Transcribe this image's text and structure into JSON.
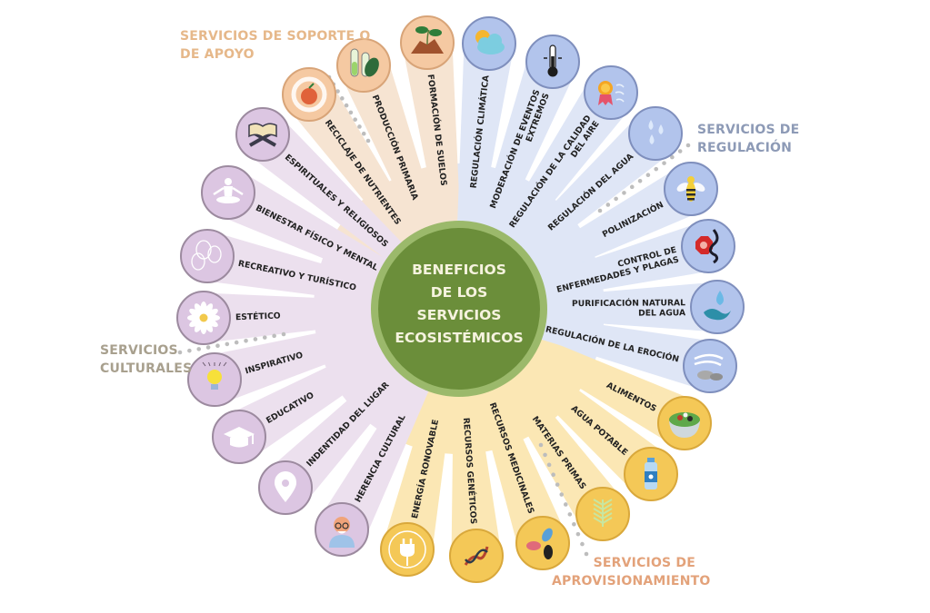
{
  "title": {
    "lines": [
      "BENEFICIOS",
      "DE LOS",
      "SERVICIOS",
      "ECOSISTÉMICOS"
    ]
  },
  "colors": {
    "center_fill": "#6b8e3a",
    "center_ring": "#9bb96b",
    "soporte_wedge": "#f6e4d2",
    "soporte_icon": "#f5c9a2",
    "soporte_border": "#d8a478",
    "soporte_title": "#e6b88a",
    "regulacion_wedge": "#dfe6f6",
    "regulacion_icon": "#b2c4ec",
    "regulacion_border": "#7f8fbd",
    "regulacion_title": "#8d9ab6",
    "aprov_wedge": "#fbe7b4",
    "aprov_icon": "#f4c857",
    "aprov_border": "#d9a83b",
    "aprov_title": "#e3a27a",
    "cultural_wedge": "#ece0ee",
    "cultural_icon": "#dcc6e2",
    "cultural_border": "#9c8a9f",
    "cultural_title": "#a8a08e"
  },
  "groups": {
    "soporte": {
      "title_lines": [
        "SERVICIOS DE SOPORTE O",
        "DE APOYO"
      ]
    },
    "regulacion": {
      "title_lines": [
        "SERVICIOS DE",
        "REGULACIÓN"
      ]
    },
    "aprovisionamiento": {
      "title_lines": [
        "SERVICIOS DE",
        "APROVISIONAMIENTO"
      ]
    },
    "culturales": {
      "title_lines": [
        "SERVICIOS",
        "CULTURALES"
      ]
    }
  },
  "services": [
    {
      "group": "soporte",
      "icon": "soil-sprout-icon",
      "lines": [
        "FORMACIÓN DE SUELOS"
      ]
    },
    {
      "group": "soporte",
      "icon": "test-tube-leaf-icon",
      "lines": [
        "PRODUCCIÓN PRIMARIA"
      ]
    },
    {
      "group": "soporte",
      "icon": "recycle-apple-icon",
      "lines": [
        "RECICLAJE DE NUTRIENTES"
      ]
    },
    {
      "group": "culturales",
      "icon": "open-book-icon",
      "lines": [
        "ESPIRITUALES Y RELIGIOSOS"
      ]
    },
    {
      "group": "culturales",
      "icon": "meditation-icon",
      "lines": [
        "BIENESTAR FÍSICO Y MENTAL"
      ]
    },
    {
      "group": "culturales",
      "icon": "balloons-icon",
      "lines": [
        "RECREATIVO Y TURÍSTICO"
      ]
    },
    {
      "group": "culturales",
      "icon": "daisy-flower-icon",
      "lines": [
        "ESTÉTICO"
      ]
    },
    {
      "group": "culturales",
      "icon": "light-bulb-icon",
      "lines": [
        "INSPIRATIVO"
      ]
    },
    {
      "group": "culturales",
      "icon": "graduation-cap-icon",
      "lines": [
        "EDUCATIVO"
      ]
    },
    {
      "group": "culturales",
      "icon": "location-pin-icon",
      "lines": [
        "INDENTIDAD DEL LUGAR"
      ]
    },
    {
      "group": "culturales",
      "icon": "elder-person-icon",
      "lines": [
        "HERENCIA CULTURAL"
      ]
    },
    {
      "group": "aprovisionamiento",
      "icon": "power-plug-icon",
      "lines": [
        "ENERGÍA RONOVABLE"
      ]
    },
    {
      "group": "aprovisionamiento",
      "icon": "dna-icon",
      "lines": [
        "RECURSOS GENÉTICOS"
      ]
    },
    {
      "group": "aprovisionamiento",
      "icon": "pills-icon",
      "lines": [
        "RECURSOS MEDICINALES"
      ]
    },
    {
      "group": "aprovisionamiento",
      "icon": "wheat-plant-icon",
      "lines": [
        "MATERIAS PRIMAS"
      ]
    },
    {
      "group": "aprovisionamiento",
      "icon": "water-bottle-icon",
      "lines": [
        "AGUA POTABLE"
      ]
    },
    {
      "group": "aprovisionamiento",
      "icon": "salad-bowl-icon",
      "lines": [
        "ALIMENTOS"
      ]
    },
    {
      "group": "regulacion",
      "icon": "wind-rocks-icon",
      "lines": [
        "REGULACIÓN DE LA EROCIÓN"
      ]
    },
    {
      "group": "regulacion",
      "icon": "water-drop-hands-icon",
      "lines": [
        "PURIFICACIÓN NATURAL",
        "DEL AGUA"
      ]
    },
    {
      "group": "regulacion",
      "icon": "stop-snake-icon",
      "lines": [
        "CONTROL DE",
        "ENFERMEDADES Y PLAGAS"
      ]
    },
    {
      "group": "regulacion",
      "icon": "bee-icon",
      "lines": [
        "POLINIZACIÓN"
      ]
    },
    {
      "group": "regulacion",
      "icon": "water-drops-icon",
      "lines": [
        "REGULACIÓN DEL AGUA"
      ]
    },
    {
      "group": "regulacion",
      "icon": "air-quality-badge-icon",
      "lines": [
        "REGULACIÓN DE LA CALIDAD",
        "DEL AIRE"
      ]
    },
    {
      "group": "regulacion",
      "icon": "thermometer-icon",
      "lines": [
        "MODERACIÓN DE EVENTOS",
        "EXTREMOS"
      ]
    },
    {
      "group": "regulacion",
      "icon": "sun-cloud-icon",
      "lines": [
        "REGULACIÓN CLIMÁTICA"
      ]
    }
  ]
}
